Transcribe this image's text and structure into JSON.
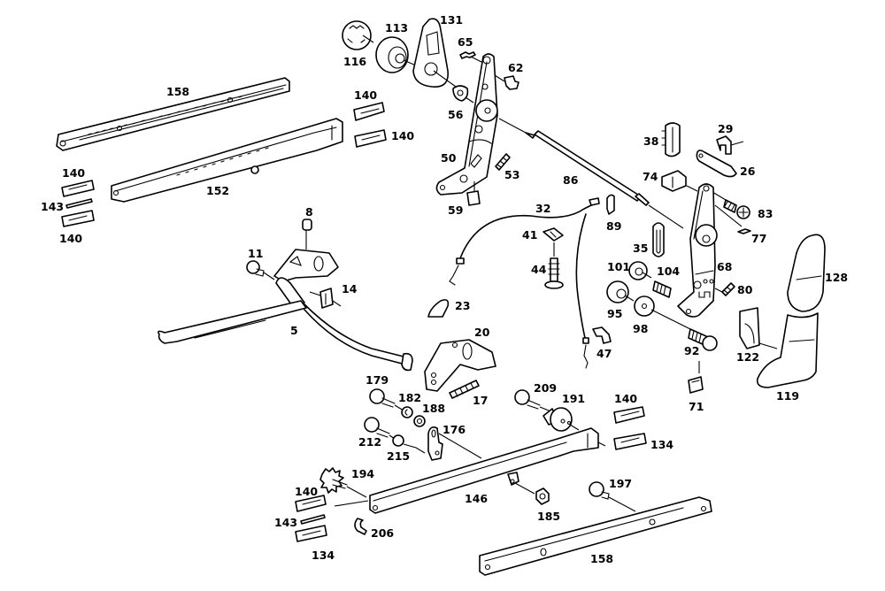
{
  "diagram": {
    "type": "exploded-parts-diagram",
    "subject": "seat adjuster / seat rail assembly",
    "line_color": "#000000",
    "background": "#ffffff"
  },
  "labels": {
    "p5": "5",
    "p8": "8",
    "p11": "11",
    "p14": "14",
    "p17": "17",
    "p20": "20",
    "p23": "23",
    "p26": "26",
    "p29": "29",
    "p32": "32",
    "p35": "35",
    "p38": "38",
    "p41": "41",
    "p44": "44",
    "p47": "47",
    "p50": "50",
    "p53": "53",
    "p56": "56",
    "p59": "59",
    "p62": "62",
    "p65": "65",
    "p68": "68",
    "p71": "71",
    "p74": "74",
    "p77": "77",
    "p80": "80",
    "p83": "83",
    "p86": "86",
    "p89": "89",
    "p92": "92",
    "p95": "95",
    "p98": "98",
    "p101": "101",
    "p104": "104",
    "p113": "113",
    "p116": "116",
    "p119": "119",
    "p122": "122",
    "p128": "128",
    "p131": "131",
    "p134a": "134",
    "p134b": "134",
    "p140a": "140",
    "p140b": "140",
    "p140c": "140",
    "p140d": "140",
    "p140e": "140",
    "p140f": "140",
    "p143a": "143",
    "p143b": "143",
    "p146": "146",
    "p152": "152",
    "p158a": "158",
    "p158b": "158",
    "p176": "176",
    "p179": "179",
    "p182": "182",
    "p185": "185",
    "p188": "188",
    "p191": "191",
    "p194": "194",
    "p197": "197",
    "p206": "206",
    "p209": "209",
    "p212": "212",
    "p215": "215"
  }
}
